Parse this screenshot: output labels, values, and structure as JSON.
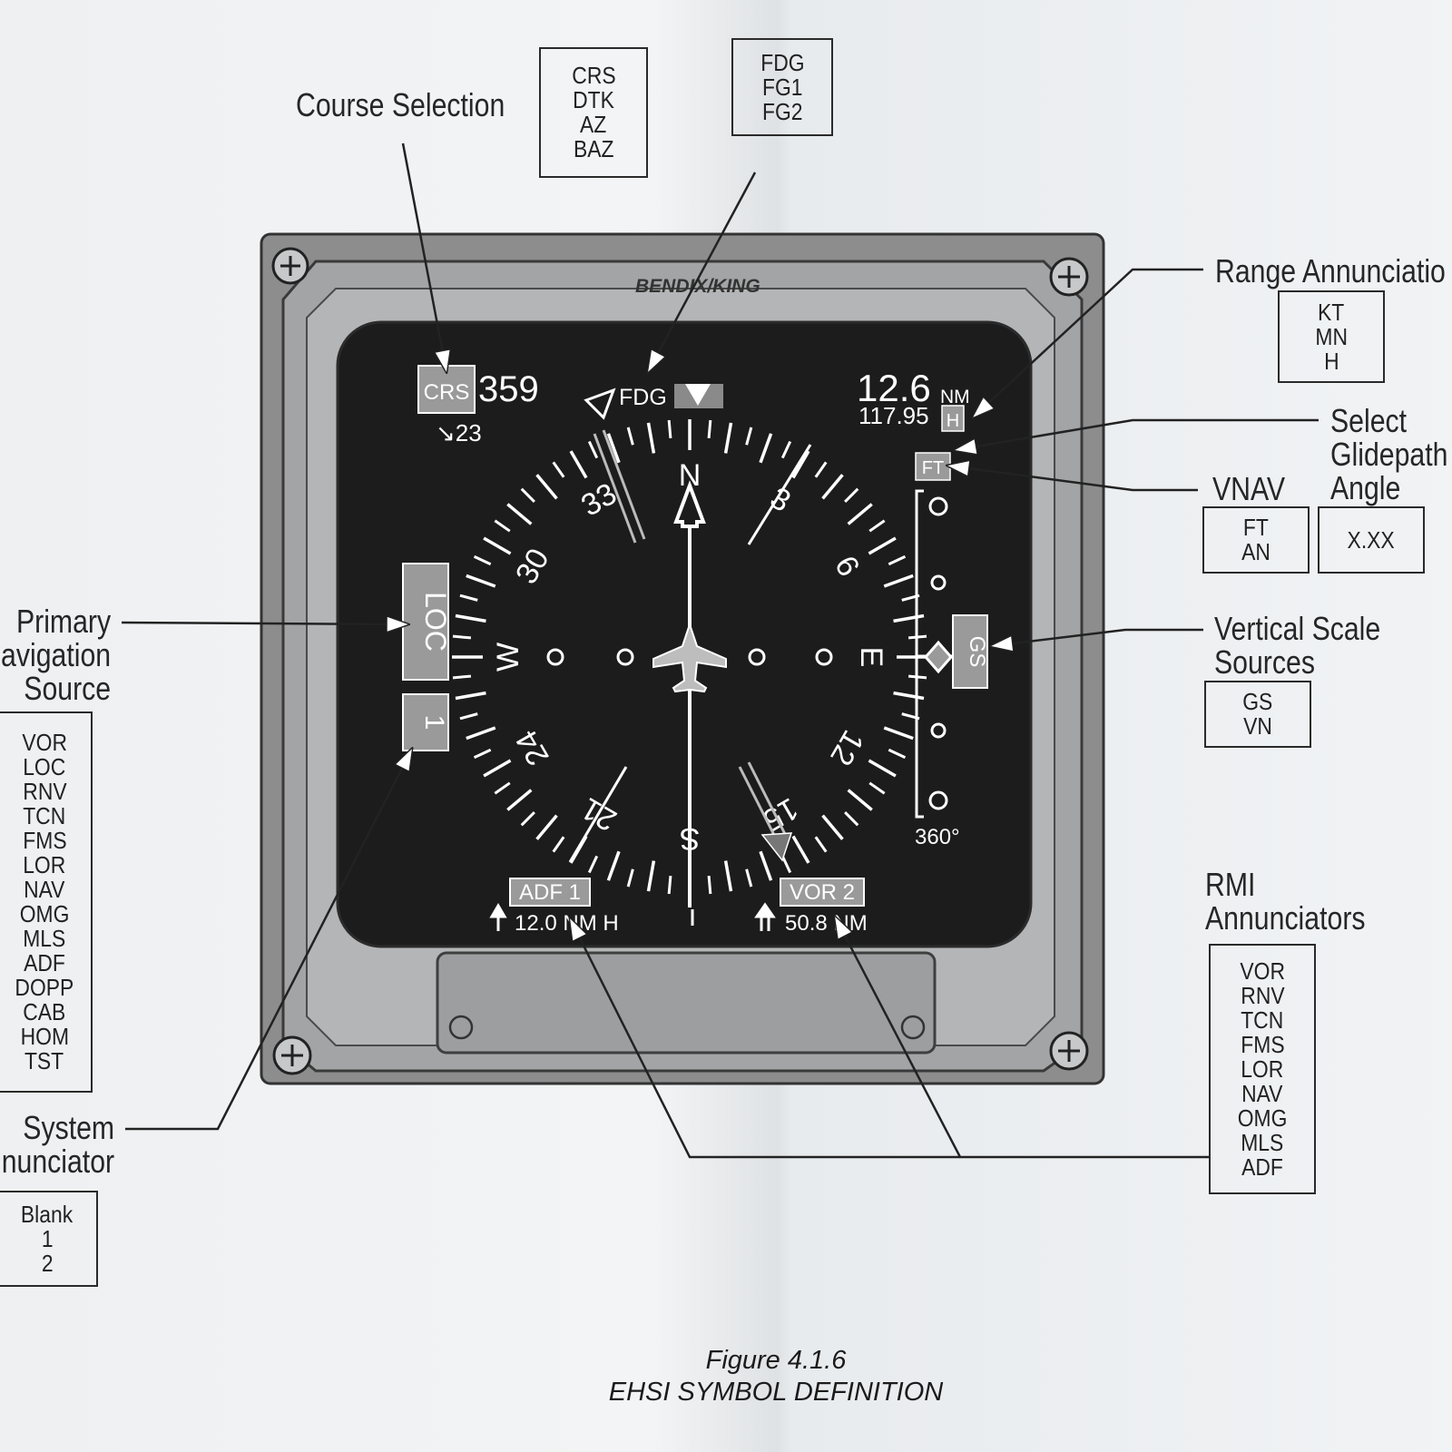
{
  "callouts": {
    "course_selection": {
      "title": "Course Selection",
      "options": [
        "CRS",
        "DTK",
        "AZ",
        "BAZ"
      ]
    },
    "fdg": {
      "options": [
        "FDG",
        "FG1",
        "FG2"
      ]
    },
    "range_annunciation": {
      "title": "Range Annunciatio",
      "options": [
        "KT",
        "MN",
        "H"
      ]
    },
    "select_glidepath_angle": {
      "title_lines": [
        "Select",
        "Glidepath",
        "Angle"
      ],
      "options": [
        "X.XX"
      ]
    },
    "vnav": {
      "title": "VNAV",
      "options": [
        "FT",
        "AN"
      ]
    },
    "vertical_scale_sources": {
      "title_lines": [
        "Vertical Scale",
        "Sources"
      ],
      "options": [
        "GS",
        "VN"
      ]
    },
    "rmi_annunciators": {
      "title_lines": [
        "RMI",
        "Annunciators"
      ],
      "options": [
        "VOR",
        "RNV",
        "TCN",
        "FMS",
        "LOR",
        "NAV",
        "OMG",
        "MLS",
        "ADF"
      ]
    },
    "primary_nav_source": {
      "title_lines": [
        "Primary",
        "avigation",
        "Source"
      ],
      "options": [
        "VOR",
        "LOC",
        "RNV",
        "TCN",
        "FMS",
        "LOR",
        "NAV",
        "OMG",
        "MLS",
        "ADF",
        "DOPP",
        "CAB",
        "HOM",
        "TST"
      ]
    },
    "system_annunciator": {
      "title_lines": [
        "System",
        "nunciator"
      ],
      "options": [
        "Blank",
        "1",
        "2"
      ]
    }
  },
  "instrument": {
    "brand": "BENDIX/KING",
    "crs_label": "CRS",
    "crs_value": "359",
    "crs_sub": "↘23",
    "fdg_label": "FDG",
    "distance": "12.6",
    "distance_unit": "NM",
    "frequency": "117.95",
    "range_unit": "H",
    "vnav_label": "FT",
    "nav_source": "LOC",
    "system_number": "1",
    "vertical_source": "GS",
    "vertical_scale_bottom": "360°",
    "heading_labels": [
      "N",
      "3",
      "6",
      "E",
      "12",
      "15",
      "S",
      "21",
      "24",
      "W",
      "30",
      "33"
    ],
    "rmi_left": {
      "label": "ADF 1",
      "info": "12.0 NM H"
    },
    "rmi_right": {
      "label": "VOR 2",
      "info": "50.8 NM"
    }
  },
  "figure": {
    "number": "Figure 4.1.6",
    "title": "EHSI SYMBOL DEFINITION"
  }
}
